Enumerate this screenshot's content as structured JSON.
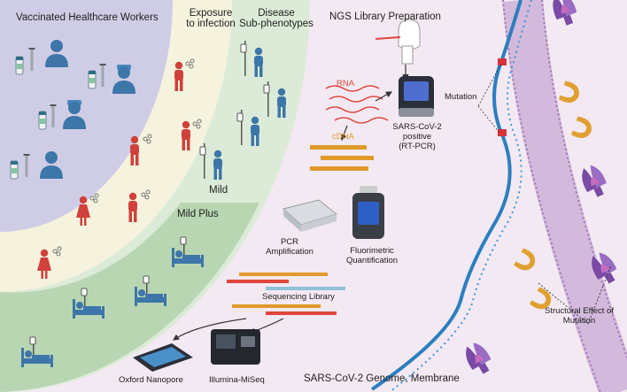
{
  "left_panel": {
    "vaccinated_title": "Vaccinated Healthcare Workers",
    "exposure_title_line1": "Exposure",
    "exposure_title_line2": "to infection",
    "disease_title_line1": "Disease",
    "disease_title_line2": "Sub-phenotypes",
    "mild_label": "Mild",
    "mild_plus_label": "Mild Plus"
  },
  "ngs": {
    "title": "NGS Library Preparation",
    "rna_label": "RNA",
    "cdna_label": "cDNA",
    "positive_line1": "SARS-CoV-2",
    "positive_line2": "positive",
    "positive_line3": "(RT-PCR)",
    "pcr_line1": "PCR",
    "pcr_line2": "Amplification",
    "fluoro_line1": "Fluorimetric",
    "fluoro_line2": "Quantification",
    "seq_library_label": "Sequencing Library",
    "oxford_label": "Oxford Nanopore",
    "illumina_label": "Illumina-MiSeq"
  },
  "genome": {
    "mutation_label": "Mutation",
    "structural_line1": "Structural Effect of",
    "structural_line2": "Mutation",
    "bottom_label": "SARS-CoV-2 Genome, Membrane"
  },
  "colors": {
    "vaccinated_bg": "#cfcde6",
    "exposure_bg": "#f5f2de",
    "disease_bg": "#dcebd8",
    "mildplus_bg": "#b9d6b3",
    "right_bg": "#f3e9f2",
    "person_blue": "#3d76a8",
    "person_red": "#d0413b",
    "dna_blue": "#2b7fbf",
    "membrane": "#b892c9",
    "protein_purple": "#7a4aa6",
    "protein_orange": "#e0a030"
  }
}
